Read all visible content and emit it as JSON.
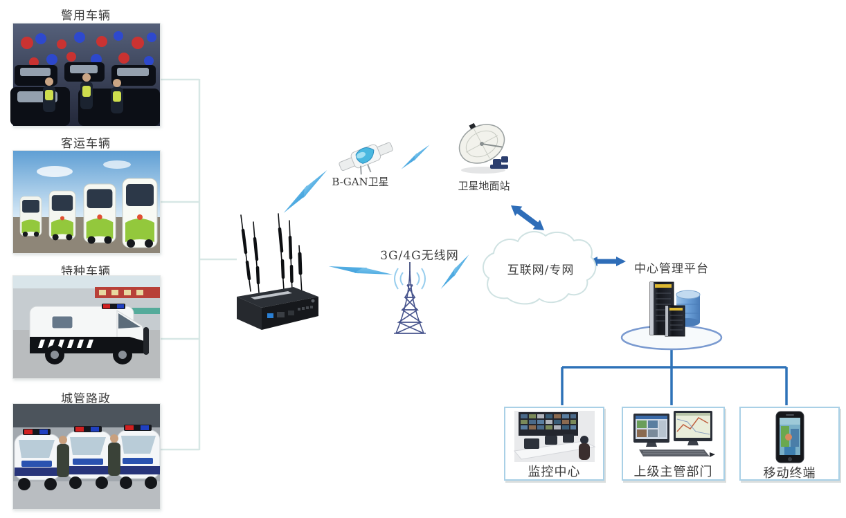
{
  "diagram": {
    "vehicle_groups": [
      {
        "label": "警用车辆",
        "icon": "police-cars-photo"
      },
      {
        "label": "客运车辆",
        "icon": "buses-photo"
      },
      {
        "label": "特种车辆",
        "icon": "special-van-photo"
      },
      {
        "label": "城管路政",
        "icon": "patrol-carts-photo"
      }
    ],
    "nodes": {
      "satellite": {
        "label": "B-GAN卫星",
        "icon": "satellite-icon"
      },
      "ground_station": {
        "label": "卫星地面站",
        "icon": "satellite-dish-icon"
      },
      "wireless": {
        "label": "3G/4G无线网",
        "icon": "cell-tower-icon"
      },
      "cloud": {
        "label": "互联网/专网",
        "icon": "cloud-icon"
      },
      "platform": {
        "label": "中心管理平台",
        "icon": "server-platform-icon"
      },
      "vehicle_device": {
        "icon": "vehicle-router-icon"
      }
    },
    "terminals": [
      {
        "label": "监控中心",
        "icon": "monitor-wall-photo"
      },
      {
        "label": "上级主管部门",
        "icon": "dual-monitor-icon"
      },
      {
        "label": "移动终端",
        "icon": "smartphone-icon"
      }
    ],
    "colors": {
      "arrow_blue": "#2e6db8",
      "tree_blue": "#2e72b8",
      "bolt_blue_light": "#9ddaf4",
      "bolt_blue_dark": "#2f93d4",
      "pale_link": "#d7e7e5",
      "box_border": "#a9d0e6",
      "label_text": "#3c3c3c"
    }
  }
}
